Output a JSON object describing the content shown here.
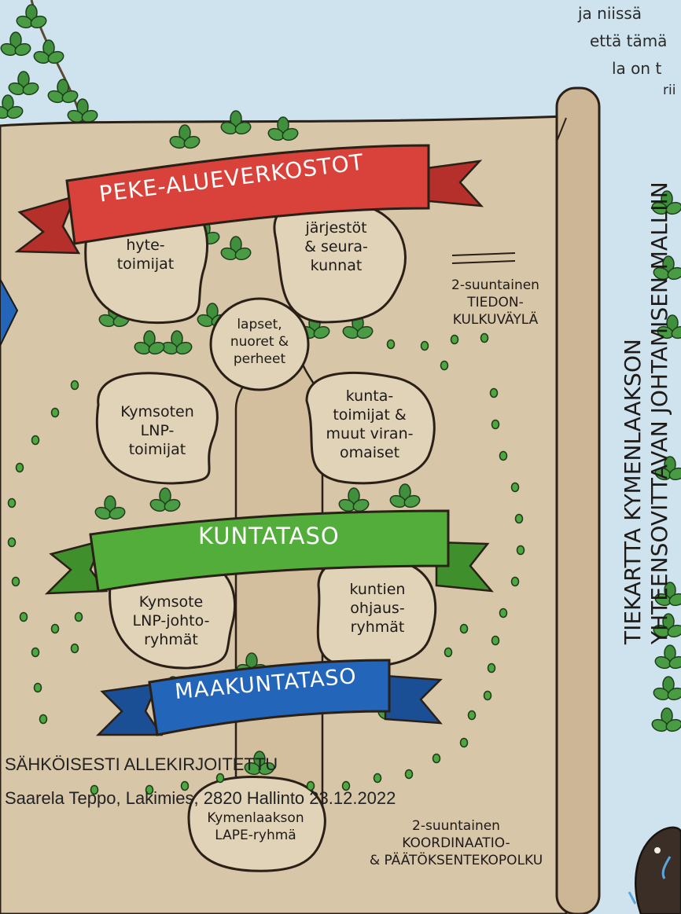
{
  "top_text": [
    "ja niissä",
    "että tämä",
    "la on t",
    "rii"
  ],
  "banners": {
    "peke": "PEKE-ALUEVERKOSTOT",
    "kunta": "KUNTATASO",
    "maakunta": "MAAKUNTATASO"
  },
  "bubbles": {
    "hyte": "hyte-\ntoimijat",
    "jarjestot": "järjestöt\n& seura-\nkunnat",
    "lapset": "lapset,\nnuoret &\nperheet",
    "kymsoten": "Kymsoten\nLNP-\ntoimijat",
    "kunta": "kunta-\ntoimijat &\nmuut viran-\nomaiset",
    "kymsote_johto": "Kymsote\nLNP-johto-\nryhmät",
    "kuntien": "kuntien\nohjaus-\nryhmät",
    "lape": "Kymenlaakson\nLAPE-ryhmä"
  },
  "legend": {
    "tiedon": "2-suuntainen\nTIEDON-\nKULKUVÄYLÄ",
    "koordinaatio": "2-suuntainen\nKOORDINAATIO-\n& PÄÄTÖKSENTEKOPOLKU"
  },
  "side_title": {
    "line1": "TIEKARTTA KYMENLAAKSON",
    "line2": "YHTEENSOVITTAVAN JOHTAMISEN MALLIIN"
  },
  "stamp": {
    "line1": "SÄHKÖISESTI ALLEKIRJOITETTU",
    "line2": "Saarela Teppo, Lakimies, 2820 Hallinto  23.12.2022"
  },
  "colors": {
    "sky": "#cfe3ef",
    "paper": "#d8c6a9",
    "paper_dark": "#c4ae8c",
    "red_banner": "#d9423a",
    "green_banner": "#52ad3b",
    "blue_banner": "#2365b8",
    "leaf": "#3f8f3c",
    "dot": "#4fa83f"
  }
}
